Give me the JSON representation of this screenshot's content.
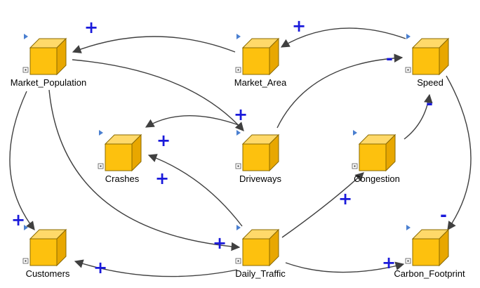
{
  "nodes": [
    {
      "id": "market_population",
      "label": "Market_Population"
    },
    {
      "id": "market_area",
      "label": "Market_Area"
    },
    {
      "id": "speed",
      "label": "Speed"
    },
    {
      "id": "crashes",
      "label": "Crashes"
    },
    {
      "id": "driveways",
      "label": "Driveways"
    },
    {
      "id": "congestion",
      "label": "Congestion"
    },
    {
      "id": "customers",
      "label": "Customers"
    },
    {
      "id": "daily_traffic",
      "label": "Daily_Traffic"
    },
    {
      "id": "carbon_footprint",
      "label": "Carbon_Footprint"
    }
  ],
  "links": [
    {
      "from": "market_area",
      "to": "market_population",
      "sign": "+"
    },
    {
      "from": "speed",
      "to": "market_area",
      "sign": "+"
    },
    {
      "from": "driveways",
      "to": "speed",
      "sign": "-"
    },
    {
      "from": "market_population",
      "to": "driveways",
      "sign": "+"
    },
    {
      "from": "driveways",
      "to": "crashes",
      "sign": "+"
    },
    {
      "from": "daily_traffic",
      "to": "crashes",
      "sign": "+"
    },
    {
      "from": "congestion",
      "to": "speed",
      "sign": "-"
    },
    {
      "from": "daily_traffic",
      "to": "congestion",
      "sign": "+"
    },
    {
      "from": "market_population",
      "to": "customers",
      "sign": "+"
    },
    {
      "from": "market_population",
      "to": "daily_traffic",
      "sign": "+"
    },
    {
      "from": "daily_traffic",
      "to": "customers",
      "sign": "+"
    },
    {
      "from": "speed",
      "to": "carbon_footprint",
      "sign": "-"
    },
    {
      "from": "daily_traffic",
      "to": "carbon_footprint",
      "sign": "+"
    }
  ],
  "colors": {
    "box_front": "#FDC10E",
    "box_top": "#FFD96A",
    "box_side": "#E8A700",
    "box_stroke": "#8A6A00",
    "sign": "#1A1ADB",
    "link": "#404040",
    "marker": "#4A7FD0"
  }
}
